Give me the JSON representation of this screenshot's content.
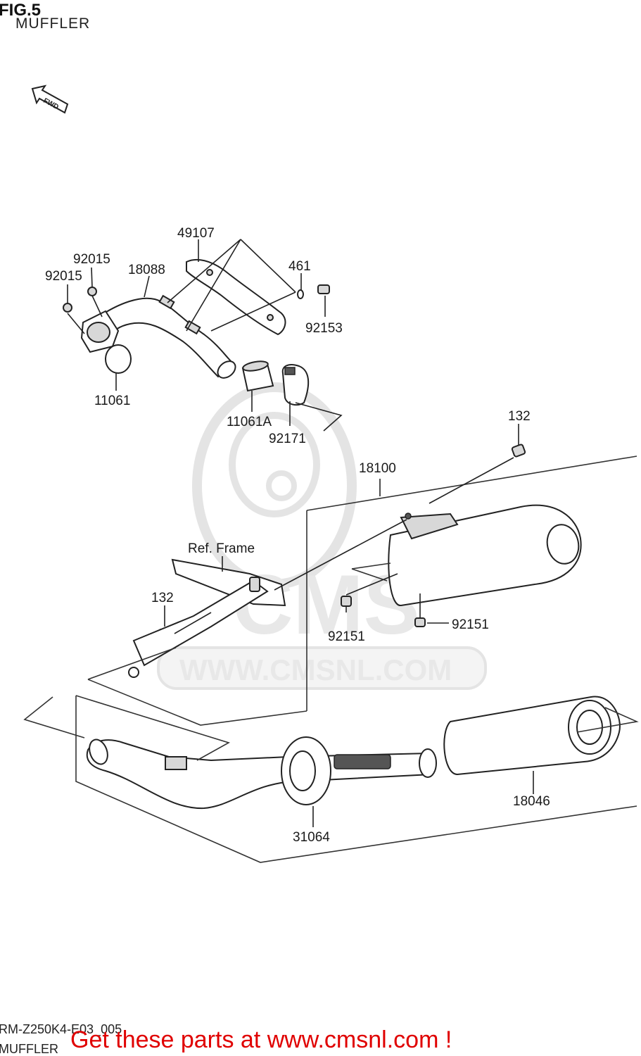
{
  "header": {
    "fig_label": "FIG.5",
    "subtitle": "MUFFLER"
  },
  "fwd_label": "FWD",
  "watermark": {
    "brand": "CMS",
    "url": "WWW.CMSNL.COM"
  },
  "callouts": [
    {
      "id": "49107",
      "text": "49107"
    },
    {
      "id": "92015a",
      "text": "92015"
    },
    {
      "id": "92015b",
      "text": "92015"
    },
    {
      "id": "18088",
      "text": "18088"
    },
    {
      "id": "461",
      "text": "461"
    },
    {
      "id": "92153",
      "text": "92153"
    },
    {
      "id": "11061",
      "text": "11061"
    },
    {
      "id": "11061A",
      "text": "11061A"
    },
    {
      "id": "92171",
      "text": "92171"
    },
    {
      "id": "132a",
      "text": "132"
    },
    {
      "id": "18100",
      "text": "18100"
    },
    {
      "id": "ref-frame",
      "text": "Ref. Frame"
    },
    {
      "id": "132b",
      "text": "132"
    },
    {
      "id": "92151a",
      "text": "92151"
    },
    {
      "id": "92151b",
      "text": "92151"
    },
    {
      "id": "18046",
      "text": "18046"
    },
    {
      "id": "31064",
      "text": "31064"
    }
  ],
  "footer": {
    "code": "RM-Z250K4-E03_005",
    "caption": "MUFFLER",
    "promo": "Get these parts at www.cmsnl.com !"
  },
  "colors": {
    "promo": "#e00000",
    "watermark": "#e6e6e6"
  }
}
